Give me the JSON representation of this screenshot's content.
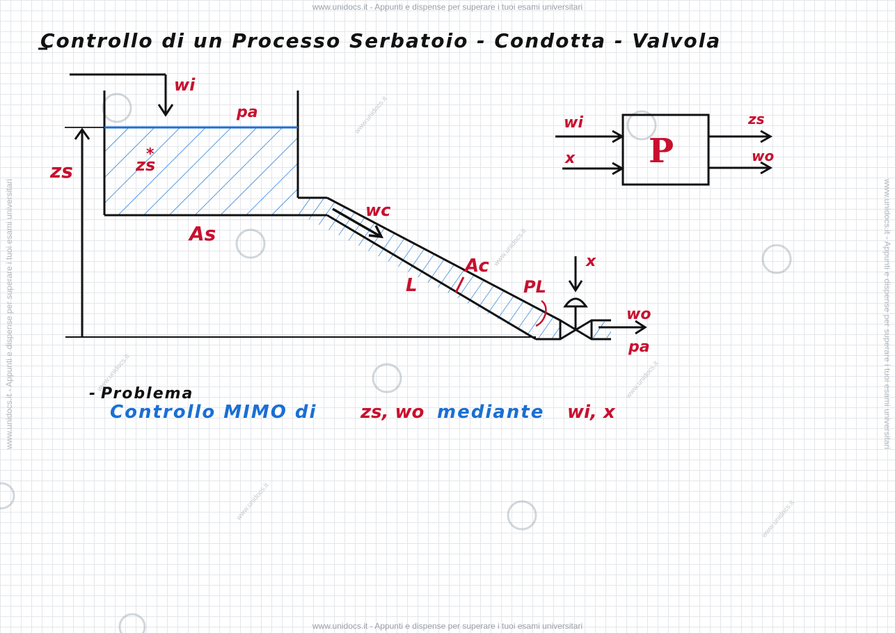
{
  "watermark": {
    "top": "www.unidocs.it - Appunti e dispense per superare i tuoi esami universitari",
    "bottom": "www.unidocs.it - Appunti e dispense per superare i tuoi esami universitari",
    "side": "www.unidocs.it - Appunti e dispense per superare i tuoi esami universitari",
    "site": "www.unidocs.it"
  },
  "title": "Controllo di un Processo Serbatoio - Condotta - Valvola",
  "tank_labels": {
    "inflow": "wi",
    "top_pressure": "pa",
    "level": "zs",
    "setpoint": "zs",
    "setpoint_mark": "*",
    "area": "As"
  },
  "pipe_labels": {
    "flow": "wc",
    "area": "Ac",
    "length": "L",
    "pressure": "PL"
  },
  "valve_labels": {
    "command": "x",
    "outflow": "wo",
    "pressure": "pa"
  },
  "block": {
    "name": "P",
    "inputs": [
      "wi",
      "x"
    ],
    "outputs": [
      "zs",
      "wo"
    ]
  },
  "problem": {
    "heading": "Problema",
    "statement_prefix": "Controllo MIMO di",
    "outputs": "zs, wo",
    "statement_mid": "mediante",
    "inputs": "wi, x"
  },
  "colors": {
    "ink": "#111111",
    "red": "#c8102e",
    "blue": "#1a6fd4",
    "hatch": "#2a7fd6"
  }
}
